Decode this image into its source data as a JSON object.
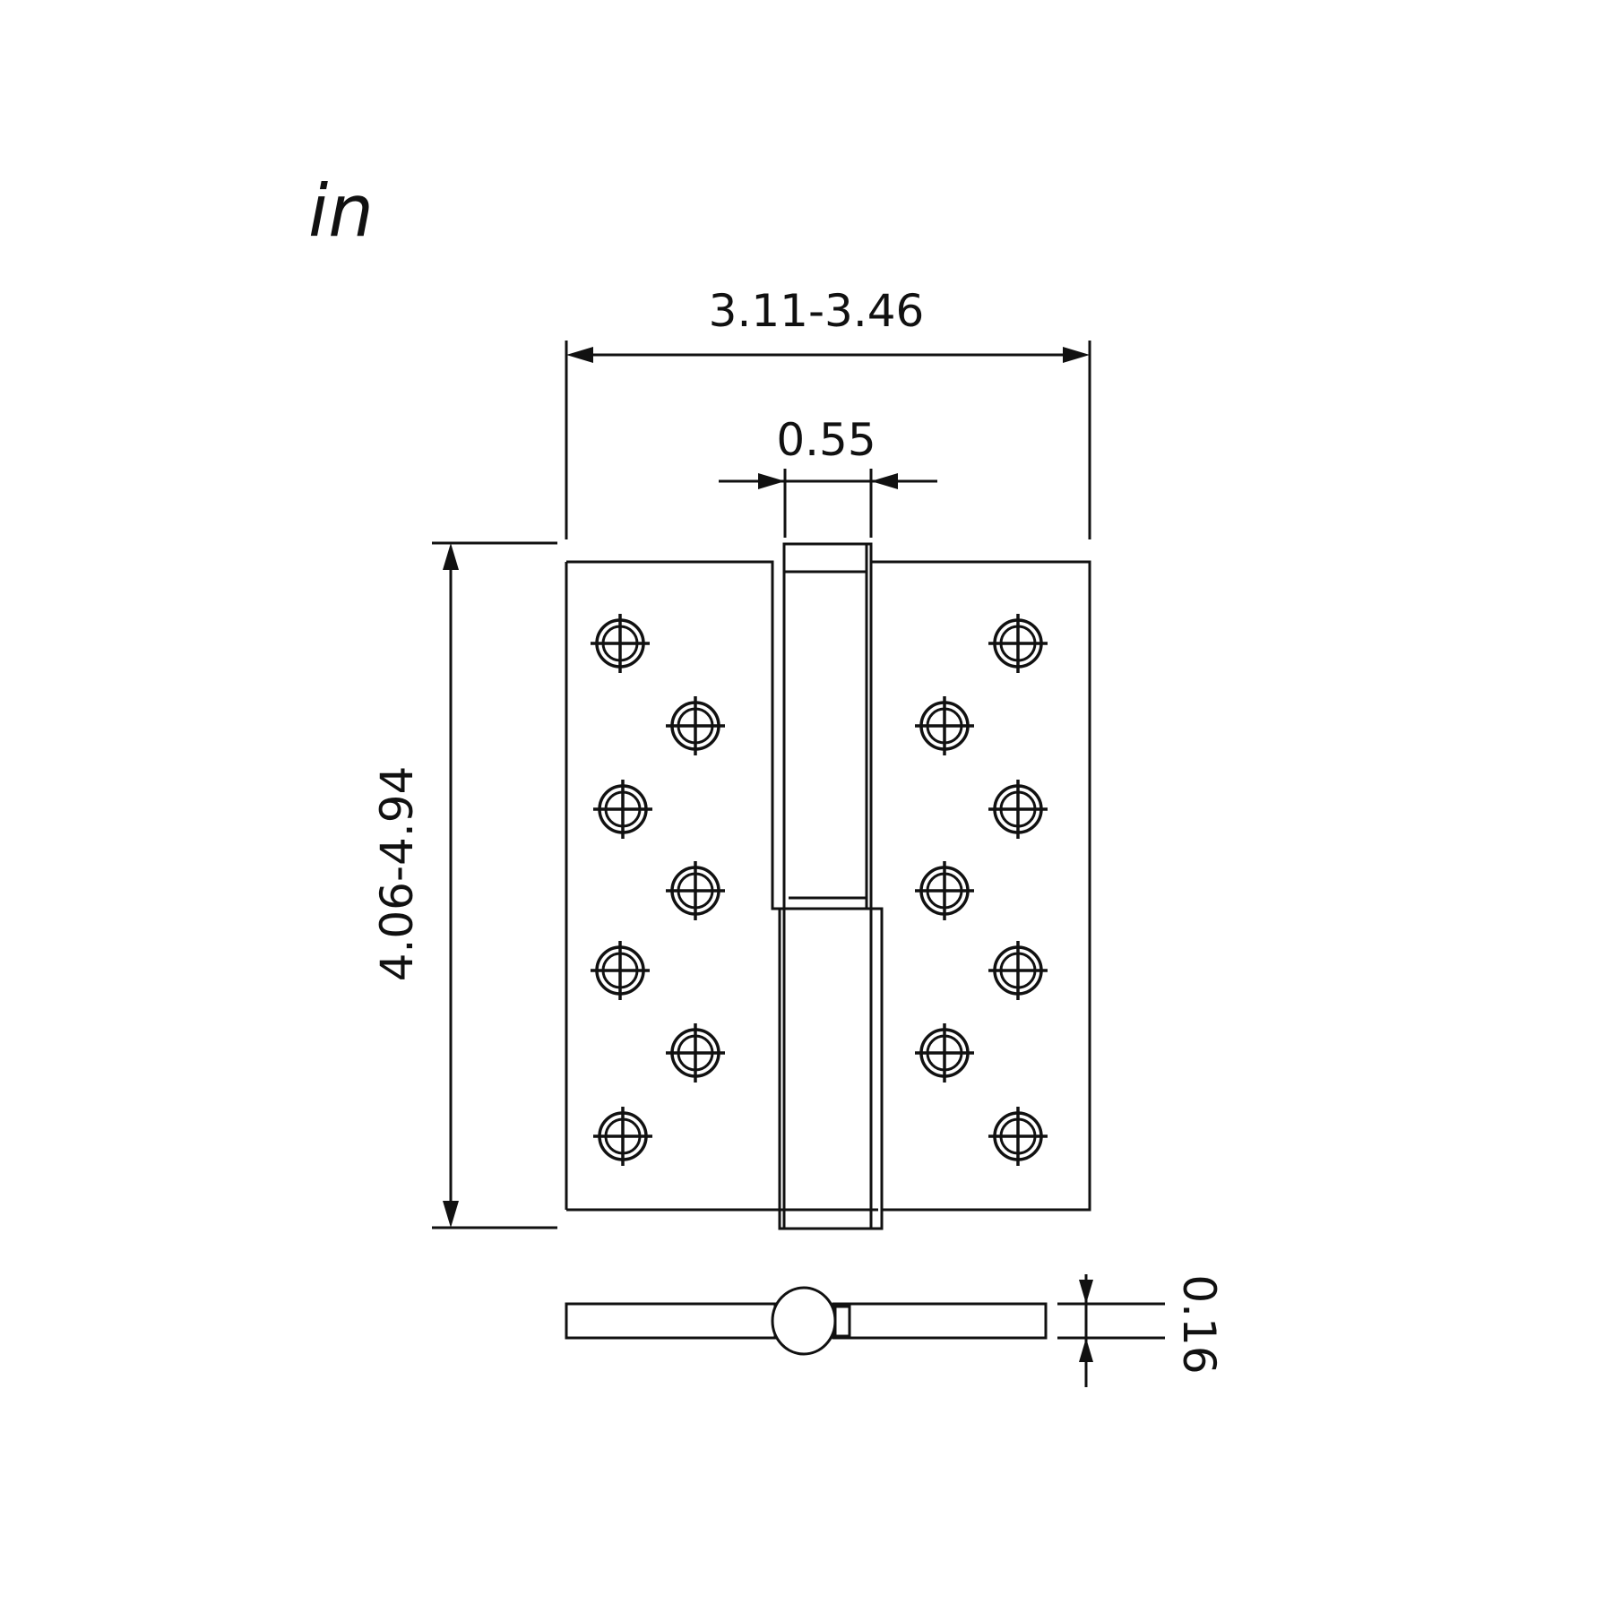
{
  "drawing": {
    "subject": "Lift-off butt hinge technical drawing",
    "unit_label": "in",
    "dimensions": {
      "overall_width": "3.11-3.46",
      "knuckle_width": "0.55",
      "overall_height": "4.06-4.94",
      "leaf_thickness": "0.16"
    },
    "views": [
      "front-elevation",
      "bottom-profile"
    ],
    "screw_holes": {
      "left_leaf_count": 7,
      "right_leaf_count": 7,
      "pattern": "staggered"
    },
    "line_color": "#111111",
    "background_color": "#ffffff"
  }
}
